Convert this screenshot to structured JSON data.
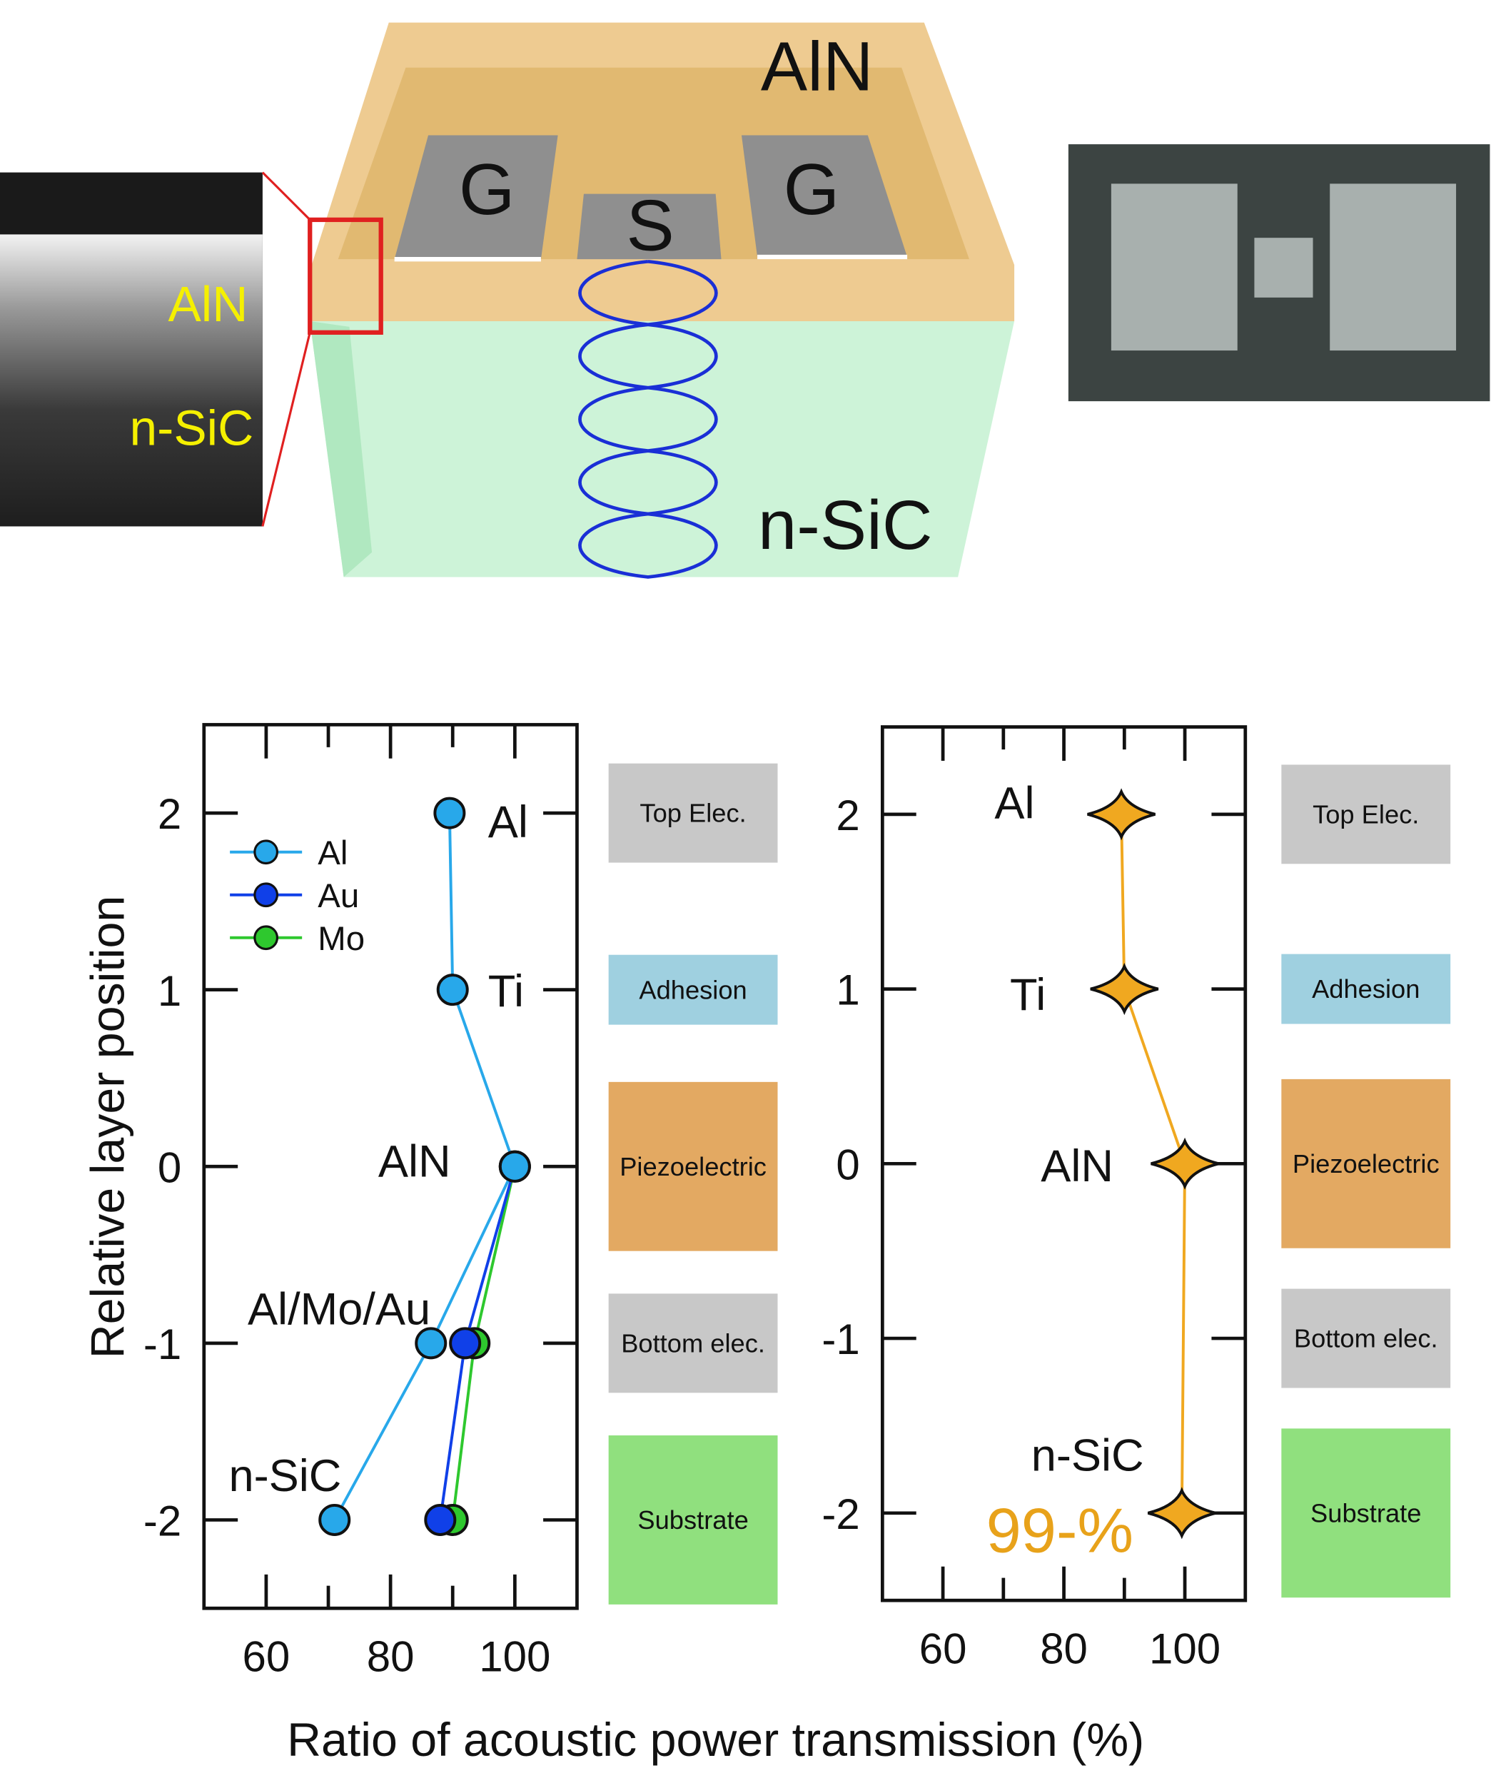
{
  "illustration": {
    "labels": {
      "top_layer": "AlN",
      "substrate": "n-SiC",
      "ground_left": "G",
      "signal": "S",
      "ground_right": "G"
    },
    "sem_inset": {
      "layer1": "AlN",
      "layer2": "n-SiC"
    },
    "colors": {
      "aln": "#e8b86a",
      "sic": "#b8f0c8",
      "electrode": "#8f8f8f",
      "wave": "#1a2fd6",
      "highlight": "#e02020",
      "sem_text": "#f5f000"
    }
  },
  "shared_ylabel": "Relative layer position",
  "shared_xlabel": "Ratio of acoustic power transmission (%)",
  "layer_legend": [
    {
      "label": "Top Elec.",
      "y": 2,
      "color": "#c8c8c8"
    },
    {
      "label": "Adhesion",
      "y": 1,
      "color": "#9fd0e0"
    },
    {
      "label": "Piezoelectric",
      "y": 0,
      "color": "#e3a962"
    },
    {
      "label": "Bottom elec.",
      "y": -1,
      "color": "#c8c8c8"
    },
    {
      "label": "Substrate",
      "y": -2,
      "color": "#90e07e"
    }
  ],
  "chart_data": [
    {
      "type": "line",
      "xlim": [
        50,
        110
      ],
      "ylim": [
        -2.5,
        2.5
      ],
      "xticks": [
        60,
        80,
        100
      ],
      "yticks": [
        2,
        1,
        0,
        -1,
        -2
      ],
      "legend_placement": "top-left",
      "annotations": [
        {
          "text": "Al",
          "y": 2
        },
        {
          "text": "Ti",
          "y": 1
        },
        {
          "text": "AlN",
          "y": 0
        },
        {
          "text": "Al/Mo/Au",
          "y": -1
        },
        {
          "text": "n-SiC",
          "y": -2
        }
      ],
      "series": [
        {
          "name": "Mo",
          "color": "#2ec82e",
          "points": [
            [
              100,
              0
            ],
            [
              93.5,
              -1
            ],
            [
              90,
              -2
            ]
          ]
        },
        {
          "name": "Au",
          "color": "#1040e8",
          "points": [
            [
              100,
              0
            ],
            [
              92,
              -1
            ],
            [
              88,
              -2
            ]
          ]
        },
        {
          "name": "Al",
          "color": "#28a8ea",
          "points": [
            [
              89.5,
              2
            ],
            [
              90,
              1
            ],
            [
              100,
              0
            ],
            [
              86.5,
              -1
            ],
            [
              71,
              -2
            ]
          ]
        }
      ]
    },
    {
      "type": "line",
      "xlim": [
        50,
        110
      ],
      "ylim": [
        -2.5,
        2.5
      ],
      "xticks": [
        60,
        80,
        100
      ],
      "yticks": [
        2,
        1,
        0,
        -1,
        -2
      ],
      "annotations": [
        {
          "text": "Al",
          "y": 2
        },
        {
          "text": "Ti",
          "y": 1
        },
        {
          "text": "AlN",
          "y": 0
        },
        {
          "text": "n-SiC",
          "y": -2
        }
      ],
      "highlight": {
        "text": "99-%",
        "color": "#e8a21a"
      },
      "series": [
        {
          "color": "#f0a820",
          "points": [
            [
              89.5,
              2
            ],
            [
              90,
              1
            ],
            [
              100,
              0
            ],
            [
              99.5,
              -2
            ]
          ]
        }
      ]
    }
  ]
}
